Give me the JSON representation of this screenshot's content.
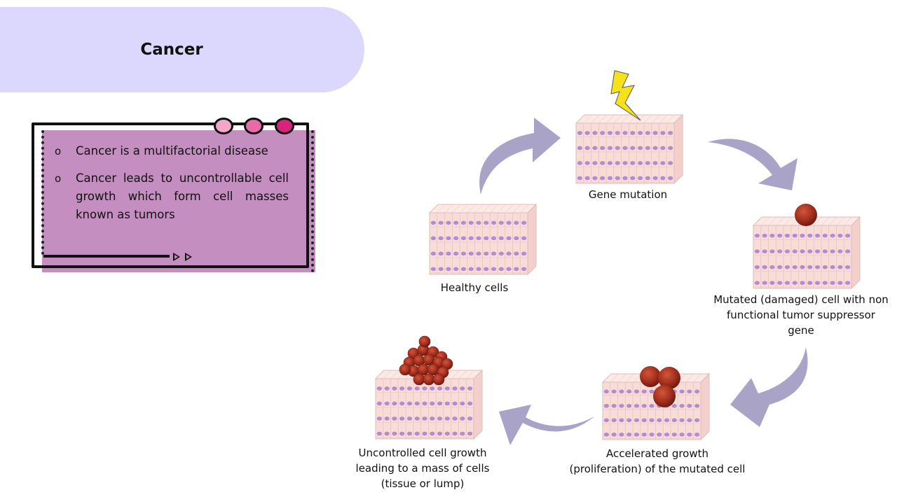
{
  "title": "Cancer",
  "bullets": [
    "Cancer is a multifactorial disease",
    "Cancer leads to uncontrollable cell growth which form cell masses known as tumors"
  ],
  "bullet_marker": "o",
  "stages": [
    {
      "label": "Healthy cells",
      "lines": [
        "Healthy cells"
      ]
    },
    {
      "label": "Gene mutation",
      "lines": [
        "Gene mutation"
      ]
    },
    {
      "label": "Mutated (damaged) cell with non functional tumor suppressor gene",
      "lines": [
        "Mutated (damaged) cell with non",
        "functional tumor suppressor",
        "gene"
      ]
    },
    {
      "label": "Accelerated growth (proliferation) of the mutated cell",
      "lines": [
        "Accelerated growth",
        "(proliferation) of the mutated cell"
      ]
    },
    {
      "label": "Uncontrolled cell growth leading to a mass of cells (tissue or lump)",
      "lines": [
        "Uncontrolled cell growth",
        "leading to a mass of cells",
        "(tissue or lump)"
      ]
    }
  ],
  "colors": {
    "title_pill": "#dcd7fd",
    "card": "#c48ec0",
    "arrow": "#aaa3c8",
    "tissue": "#f7dcd8",
    "nucleus": "#b48ad0",
    "tumor": "#a3301e",
    "lightning": "#f5e11c",
    "circle_1": "#f3a6c8",
    "circle_2": "#e86aa6",
    "circle_3": "#d6247a"
  },
  "icons": [
    "lightning-bolt-icon",
    "circle-icon",
    "play-icon",
    "curved-arrow-icon"
  ]
}
